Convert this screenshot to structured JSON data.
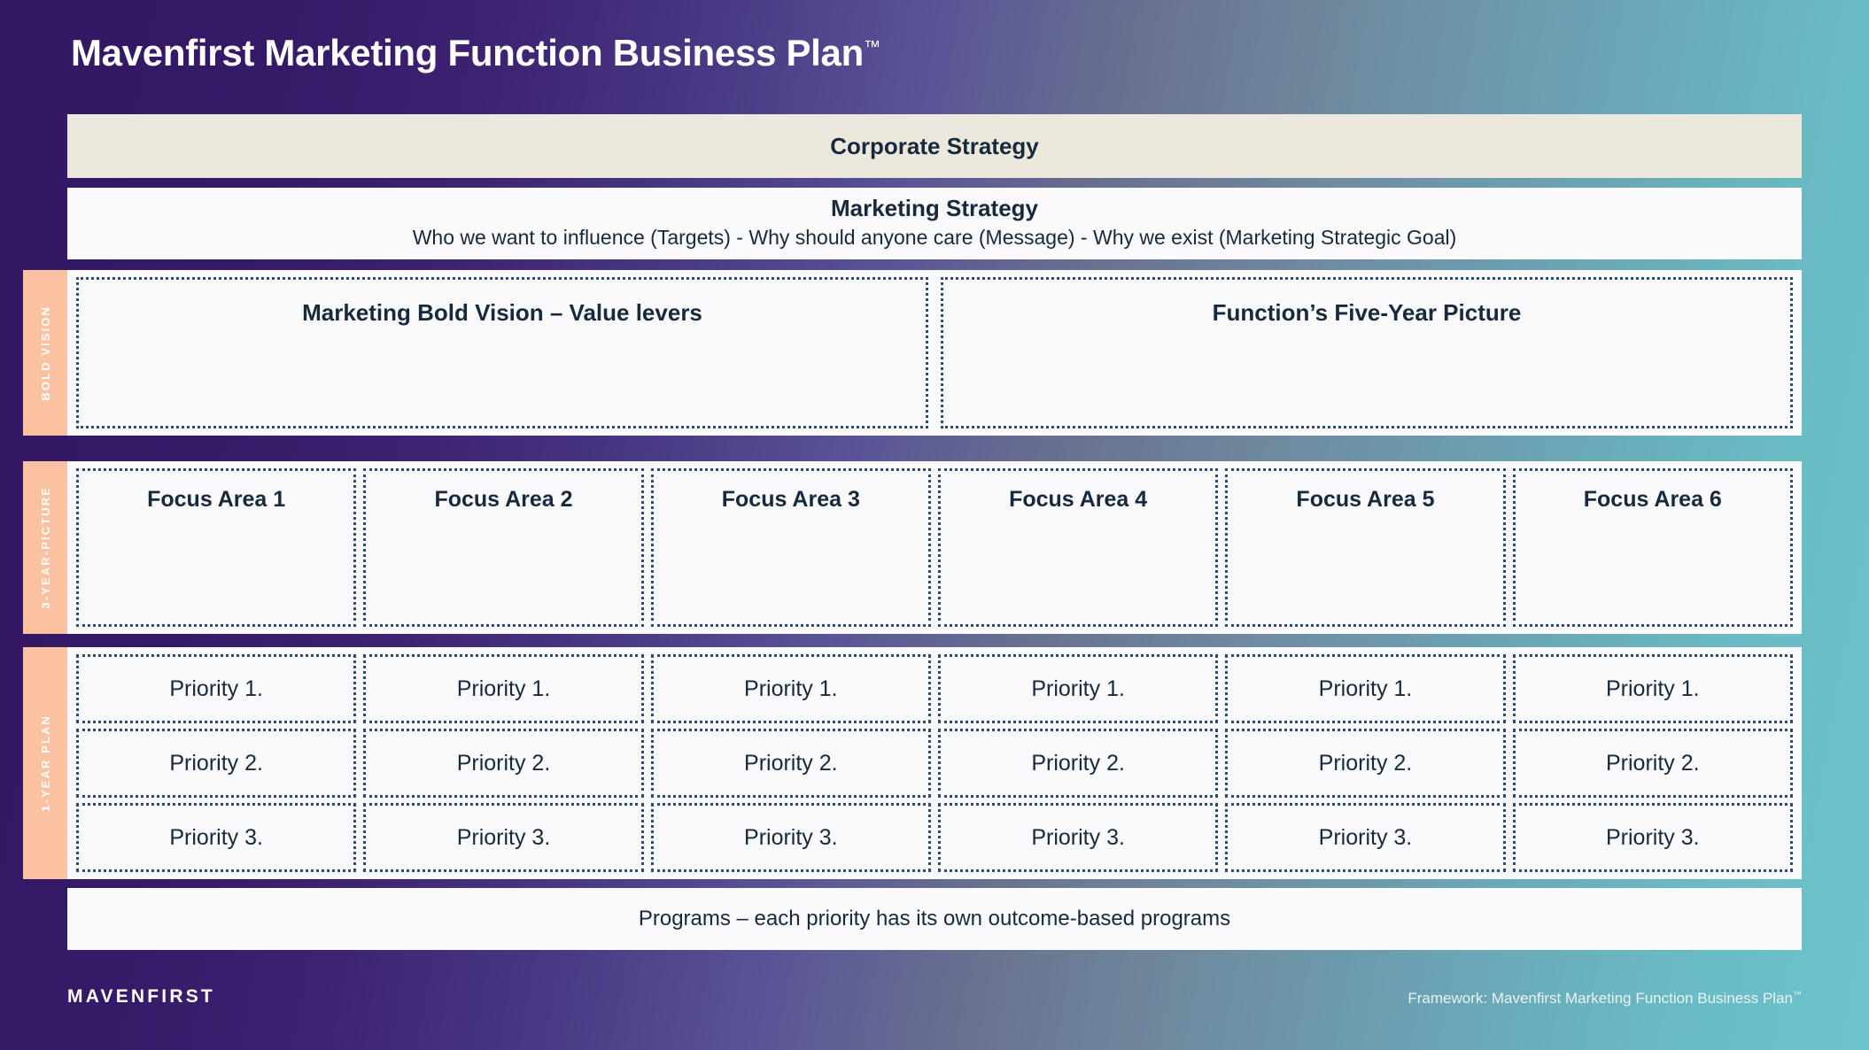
{
  "header": {
    "title": "Mavenfirst Marketing Function Business Plan",
    "trademark": "™"
  },
  "bands": {
    "corporate_strategy": "Corporate Strategy",
    "marketing_strategy_title": "Marketing Strategy",
    "marketing_strategy_subtitle": "Who we want to influence (Targets) - Why should anyone care (Message) - Why we exist (Marketing Strategic Goal)",
    "programs": "Programs – each priority has its own outcome-based programs"
  },
  "sidebar": {
    "tabs": [
      {
        "label": "BOLD VISION"
      },
      {
        "label": "3-YEAR-PICTURE"
      },
      {
        "label": "1-YEAR PLAN"
      }
    ]
  },
  "bold_vision": {
    "cards": [
      {
        "title": "Marketing Bold Vision – Value levers"
      },
      {
        "title": "Function’s Five-Year Picture"
      }
    ]
  },
  "three_year_picture": {
    "focus_areas": [
      {
        "title": "Focus Area 1"
      },
      {
        "title": "Focus Area 2"
      },
      {
        "title": "Focus Area 3"
      },
      {
        "title": "Focus Area 4"
      },
      {
        "title": "Focus Area 5"
      },
      {
        "title": "Focus Area 6"
      }
    ]
  },
  "one_year_plan": {
    "columns": [
      {
        "priorities": [
          "Priority 1.",
          "Priority 2.",
          "Priority 3."
        ]
      },
      {
        "priorities": [
          "Priority 1.",
          "Priority 2.",
          "Priority 3."
        ]
      },
      {
        "priorities": [
          "Priority 1.",
          "Priority 2.",
          "Priority 3."
        ]
      },
      {
        "priorities": [
          "Priority 1.",
          "Priority 2.",
          "Priority 3."
        ]
      },
      {
        "priorities": [
          "Priority 1.",
          "Priority 2.",
          "Priority 3."
        ]
      },
      {
        "priorities": [
          "Priority 1.",
          "Priority 2.",
          "Priority 3."
        ]
      }
    ]
  },
  "footer": {
    "logo": "MAVENFIRST",
    "framework_note": "Framework: Mavenfirst Marketing Function Business Plan",
    "framework_trademark": "™"
  },
  "colors": {
    "gradient_start": "#331765",
    "gradient_end": "#6ec4cb",
    "accent_peach": "#FBC2A1",
    "cream_band": "#ECE8DD",
    "card_bg": "#FAFAFC",
    "text_navy": "#16293D",
    "dotted_border": "#2D4A77"
  }
}
